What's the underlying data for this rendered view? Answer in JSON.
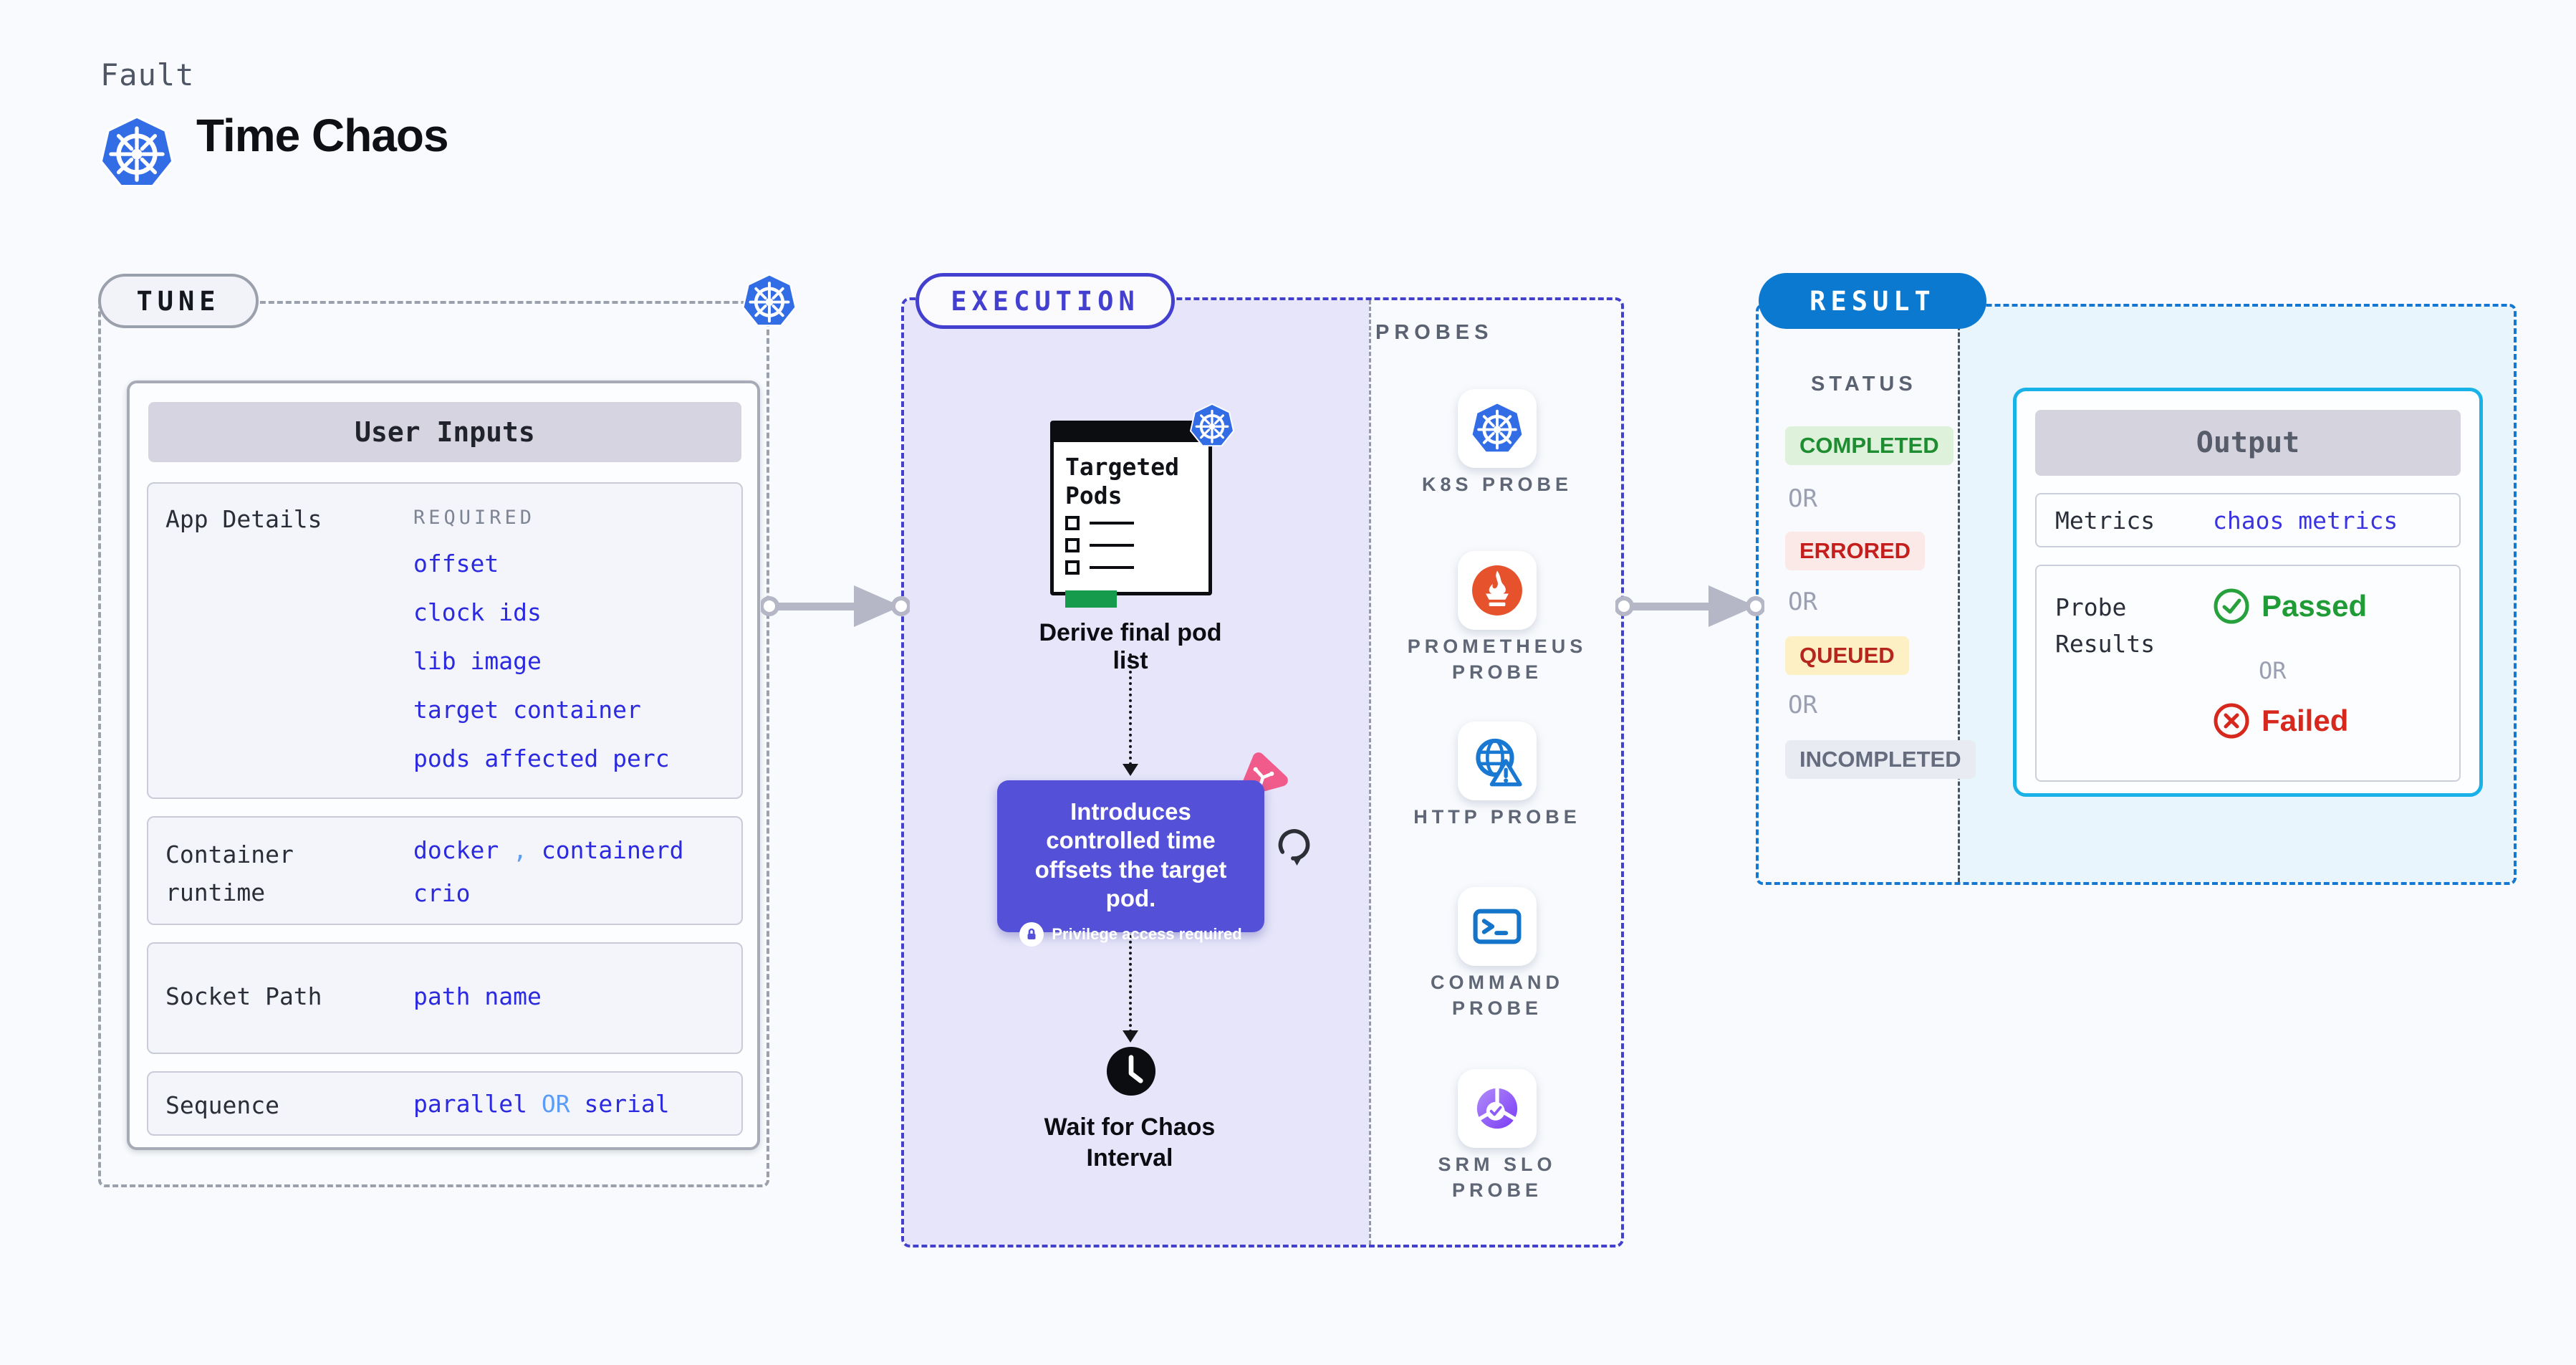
{
  "header": {
    "eyebrow": "Fault",
    "title": "Time Chaos",
    "logo_icon": "kubernetes-icon"
  },
  "tune": {
    "badge": "TUNE",
    "user_inputs_title": "User Inputs",
    "app_details": {
      "label": "App Details",
      "tag": "REQUIRED",
      "links": [
        "offset",
        "clock ids",
        "lib image",
        "target container",
        "pods affected perc"
      ]
    },
    "container_runtime": {
      "label": "Container runtime",
      "value_a": "docker",
      "comma": ",",
      "value_b": "containerd",
      "value_c": "crio"
    },
    "socket_path": {
      "label": "Socket Path",
      "value": "path name"
    },
    "sequence": {
      "label": "Sequence",
      "value_a": "parallel",
      "or": "OR",
      "value_b": "serial"
    }
  },
  "execution": {
    "badge": "EXECUTION",
    "targeted_pods_line1": "Targeted",
    "targeted_pods_line2": "Pods",
    "derive_label": "Derive final pod list",
    "tooltip_text": "Introduces controlled time offsets the target pod.",
    "tooltip_note": "Privilege access required",
    "wait_label": "Wait for Chaos Interval",
    "probes_title": "PROBES",
    "probes": [
      {
        "label": "K8S PROBE",
        "icon": "kubernetes-icon"
      },
      {
        "label": "PROMETHEUS PROBE",
        "icon": "prometheus-icon"
      },
      {
        "label": "HTTP PROBE",
        "icon": "http-globe-icon"
      },
      {
        "label": "COMMAND PROBE",
        "icon": "terminal-icon"
      },
      {
        "label": "SRM SLO PROBE",
        "icon": "slo-donut-icon"
      }
    ]
  },
  "result": {
    "badge": "RESULT",
    "status_title": "STATUS",
    "or": "OR",
    "statuses": [
      "COMPLETED",
      "ERRORED",
      "QUEUED",
      "INCOMPLETED"
    ],
    "output": {
      "title": "Output",
      "metrics_label": "Metrics",
      "metrics_value": "chaos metrics",
      "probe_results_label": "Probe Results",
      "passed": "Passed",
      "failed": "Failed"
    }
  },
  "colors": {
    "kubernetes_blue": "#326de6",
    "execution_indigo": "#4340cf",
    "execution_panel": "#e6e5f9",
    "result_blue": "#0b79d0",
    "result_panel": "#e8f5fc",
    "output_border": "#18b1e8",
    "tooltip_purple": "#5450d8",
    "litmus_pink": "#f15b8b",
    "prometheus_orange": "#e6522c",
    "success_green": "#1f9c35",
    "error_red": "#d7281d",
    "queued_amber_bg": "#fdf0c5",
    "link_blue": "#2b2ae0",
    "arrow_gray": "#b5b6c6"
  }
}
